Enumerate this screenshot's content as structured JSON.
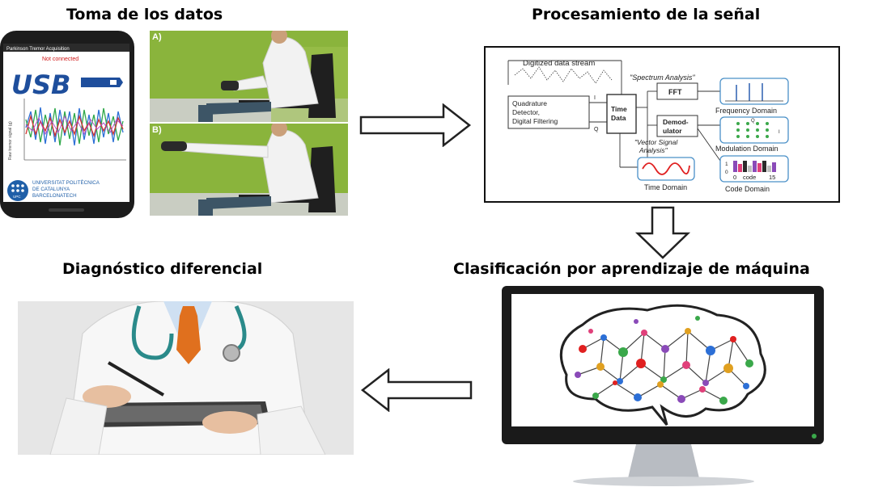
{
  "titles": {
    "data_collection": "Toma de los datos",
    "signal_processing": "Procesamiento de la señal",
    "differential_diagnosis": "Diagnóstico diferencial",
    "ml_classification": "Clasificación por aprendizaje de máquina"
  },
  "phone": {
    "header": "Parkinson Tremor Acquisition",
    "status": "Not connected",
    "logo_text": "USB",
    "y_axis_label": "Raw tremor signal (g)",
    "university_line1": "UNIVERSITAT POLITÈCNICA",
    "university_line2": "DE CATALUNYA",
    "university_line3": "BARCELONATECH",
    "university_badge": "UPC"
  },
  "photos": {
    "label_a": "A)",
    "label_b": "B)"
  },
  "signal_diagram": {
    "stream_label": "Digitized data stream",
    "detector_label_1": "Quadrature",
    "detector_label_2": "Detector,",
    "detector_label_3": "Digital Filtering",
    "i_label": "I",
    "q_label": "Q",
    "time_data_1": "Time",
    "time_data_2": "Data",
    "spectrum_label": "\"Spectrum Analysis\"",
    "fft_label": "FFT",
    "frequency_domain": "Frequency Domain",
    "demod_1": "Demod-",
    "demod_2": "ulator",
    "vector_label_1": "\"Vector Signal",
    "vector_label_2": "Analysis\"",
    "modulation_domain": "Modulation Domain",
    "time_domain": "Time Domain",
    "code_domain": "Code Domain",
    "code_axis_0": "0",
    "code_axis_word": "code",
    "code_axis_15": "15",
    "mod_q": "Q",
    "mod_i": "I",
    "code_one": "1",
    "code_zero": "0"
  },
  "colors": {
    "phone_body": "#1c1c1c",
    "wall_green": "#8ab43c",
    "arrow_fill": "#ffffff",
    "arrow_stroke": "#222222",
    "tie": "#e0701e",
    "stethoscope": "#2a8a8a",
    "monitor": "#1a1a1a",
    "diagram_blue": "#4a90c8"
  }
}
